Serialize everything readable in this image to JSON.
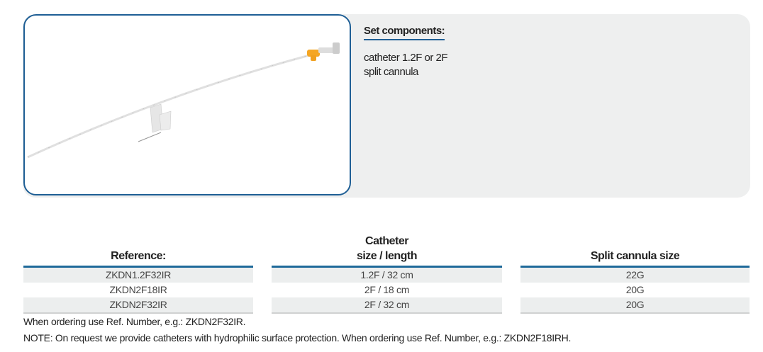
{
  "components": {
    "title": "Set components:",
    "items": [
      "catheter 1.2F or 2F",
      "split cannula"
    ]
  },
  "table": {
    "headers": [
      {
        "line1": "",
        "line2": "Reference:"
      },
      {
        "line1": "Catheter",
        "line2": "size / length"
      },
      {
        "line1": "",
        "line2": "Split cannula size"
      }
    ],
    "rows": [
      [
        "ZKDN1.2F32IR",
        "1.2F / 32 cm",
        "22G"
      ],
      [
        "ZKDN2F18IR",
        "2F / 18 cm",
        "20G"
      ],
      [
        "ZKDN2F32IR",
        "2F / 32 cm",
        "20G"
      ]
    ]
  },
  "notes": [
    "When ordering use Ref. Number, e.g.: ZKDN2F32IR.",
    "NOTE: On request we provide catheters with hydrophilic surface protection. When ordering use Ref. Number, e.g.: ZKDN2F18IRH."
  ],
  "colors": {
    "accent": "#1f5f95",
    "row_shade": "#eceeee",
    "panel": "#eeefef",
    "hub": "#f5a623"
  }
}
